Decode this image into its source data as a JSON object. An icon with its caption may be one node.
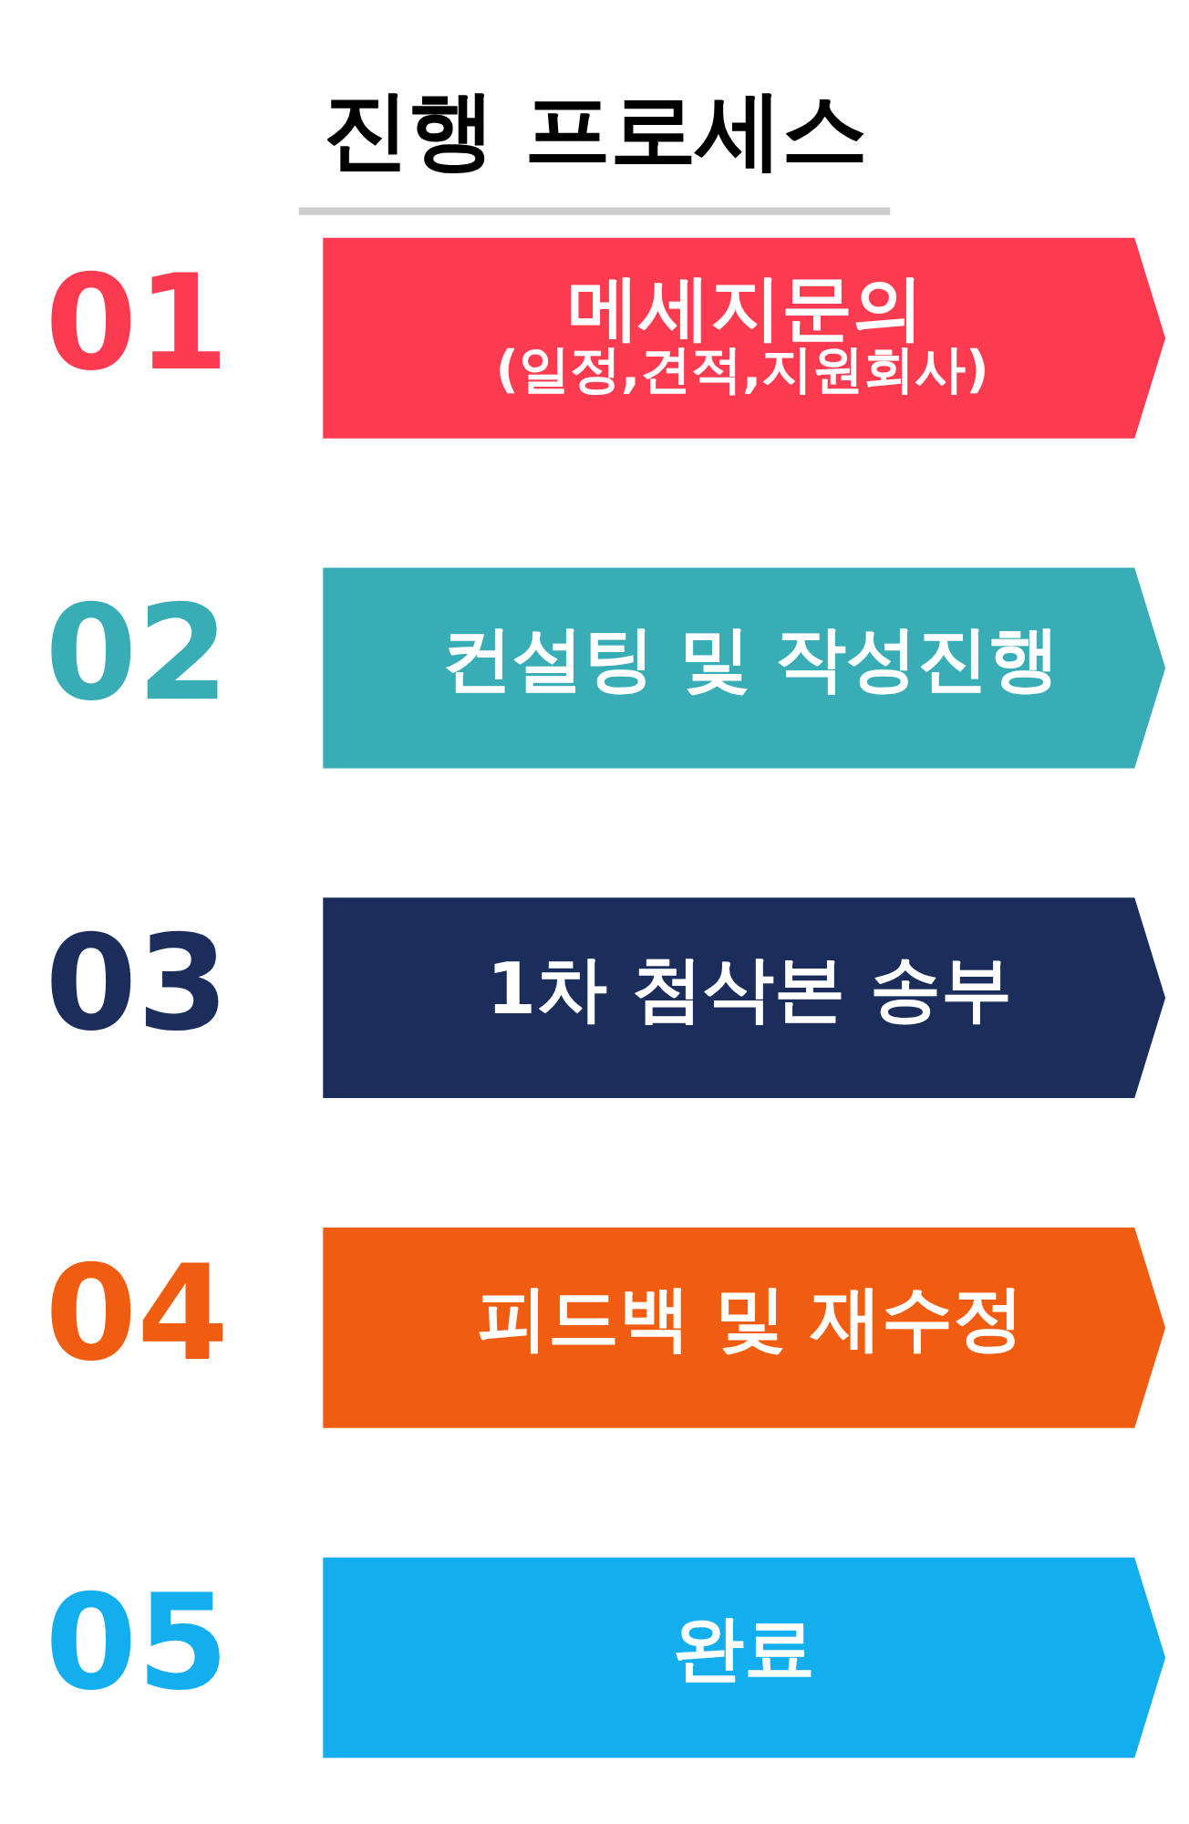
{
  "diagram": {
    "title": "진행 프로세스",
    "nodes": [
      {
        "text": [
          "메세지문의",
          "(일정,견적,지원회사)"
        ],
        "beside": [
          "01"
        ]
      },
      {
        "text": [
          "컨설팅 및 작성진행"
        ],
        "beside": [
          "02"
        ]
      },
      {
        "text": [
          "1차 첨삭본 송부"
        ],
        "beside": [
          "03"
        ]
      },
      {
        "text": [
          "피드백 및 재수정"
        ],
        "beside": [
          "04"
        ]
      },
      {
        "text": [
          "완료"
        ],
        "beside": [
          "05"
        ]
      }
    ]
  }
}
